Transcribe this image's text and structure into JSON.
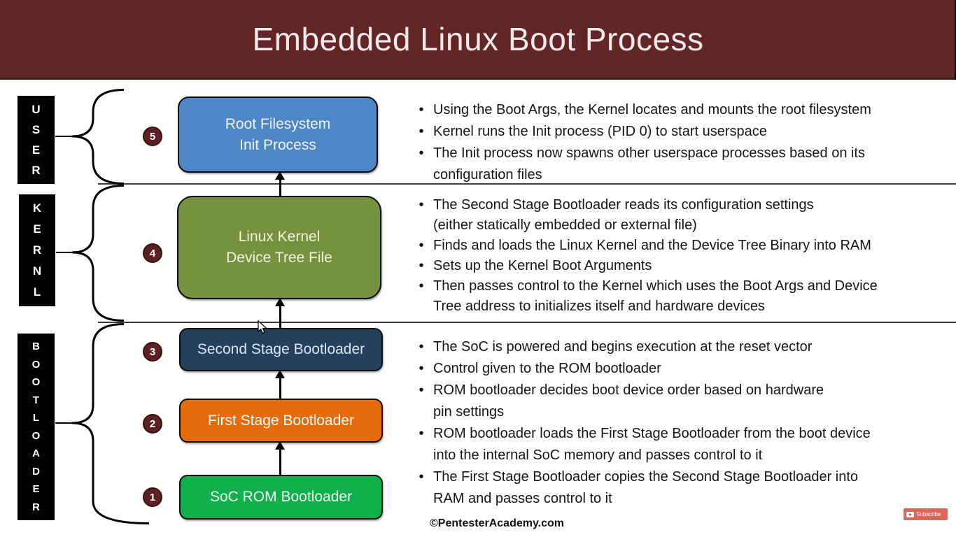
{
  "title": "Embedded Linux Boot Process",
  "glyphs": {
    "bullet": "•"
  },
  "groups": {
    "user": {
      "label": "USER",
      "stacked": "U\nS\nE\nR"
    },
    "kernel": {
      "label": "KERNL",
      "stacked": "K\nE\nR\nN\nL"
    },
    "bootloader": {
      "label": "BOOTLOADER",
      "stacked": "B\nO\nO\nT\nL\nO\nA\nD\nE\nR"
    }
  },
  "stages": [
    {
      "num": "1",
      "label": "SoC ROM Bootloader",
      "color": "#10b04d"
    },
    {
      "num": "2",
      "label": "First Stage Bootloader",
      "color": "#e66c0b"
    },
    {
      "num": "3",
      "label": "Second Stage Bootloader",
      "color": "#24405c"
    },
    {
      "num": "4",
      "label": "Linux Kernel\nDevice Tree File",
      "color": "#77923c"
    },
    {
      "num": "5",
      "label": "Root Filesystem\nInit Process",
      "color": "#4e86c6"
    }
  ],
  "notes": {
    "user": [
      "Using the Boot Args, the Kernel locates and mounts the root filesystem",
      "Kernel runs the Init process (PID 0) to start userspace",
      "The Init process now spawns other userspace processes based on its\nconfiguration files"
    ],
    "kernel": [
      "The Second Stage Bootloader reads its configuration settings\n(either statically embedded or external file)",
      "Finds and loads the Linux Kernel and the Device Tree Binary into RAM",
      "Sets up the Kernel Boot Arguments",
      "Then passes control to the Kernel which uses the Boot Args and Device\nTree address to initializes itself and hardware devices"
    ],
    "bootloader": [
      "The SoC is powered and begins execution at the reset vector",
      "Control given to the ROM bootloader",
      "ROM bootloader decides boot device order based on hardware\npin settings",
      "ROM bootloader loads the First Stage Bootloader from the boot device\ninto the internal SoC memory and passes control to it",
      "The First Stage Bootloader copies the Second Stage Bootloader into\nRAM and passes control to it"
    ]
  },
  "footer": {
    "copyright": "©PentesterAcademy.com"
  },
  "subscribe": {
    "label": "Subscribe"
  },
  "colors": {
    "header_bg": "#612625",
    "badge_bg": "#5e2021",
    "divider": "#3c3c3c",
    "subscribe_bg": "#dd655a"
  }
}
